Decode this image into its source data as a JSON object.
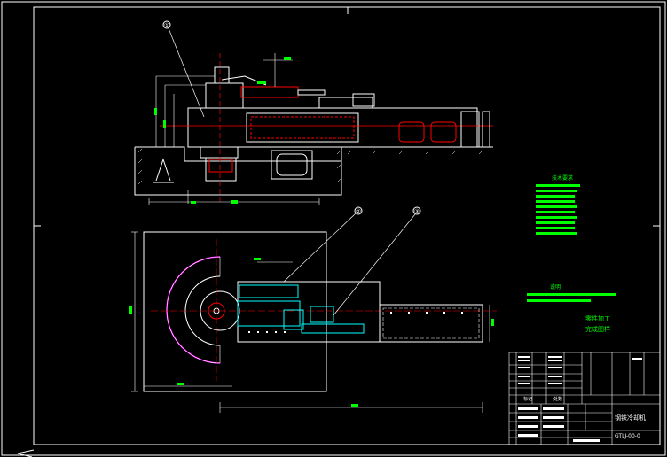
{
  "drawing": {
    "balloons": [
      "①",
      "②",
      "③"
    ],
    "right_panel": {
      "tech_req_title": "技术要求",
      "notes_title": "说明",
      "note_lines": [
        "零件加工",
        "完成图样"
      ]
    },
    "title_block": {
      "drawing_title": "钢铁冷却机",
      "drawing_code": "GTLJ-00-0",
      "col_labels": [
        "标记",
        "处数"
      ]
    }
  },
  "colors": {
    "background": "#000000",
    "outline": "#ffffff",
    "section_lines": "#ff0000",
    "components": "#00ffff",
    "annotation": "#00ff00",
    "hatch": "#ff00ff"
  }
}
